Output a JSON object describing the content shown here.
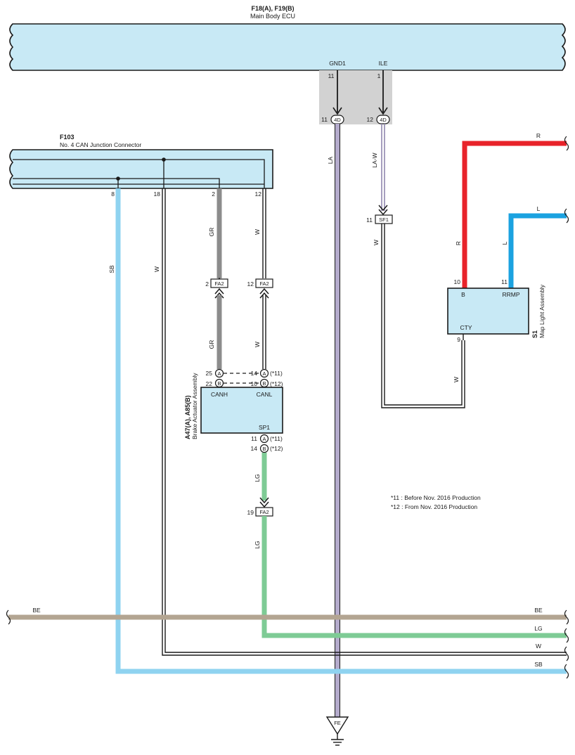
{
  "colors": {
    "component_fill": "#c8e9f5",
    "wire_LA": "#b4abcc",
    "wire_SB": "#8fd3f0",
    "wire_GR": "#8c8c8c",
    "wire_LG": "#7ecb95",
    "wire_BE": "#b3a592",
    "wire_R": "#e8232a",
    "wire_L": "#1ba2e0",
    "shade": "#d2d2d2"
  },
  "ecu": {
    "ref": "F18(A), F19(B)",
    "name": "Main Body ECU",
    "pin_gnd1_label": "GND1",
    "pin_gnd1_num": "11",
    "pin_ile_label": "ILE",
    "pin_ile_num": "1"
  },
  "junction_connectors": {
    "j1_num": "11",
    "j1_label": "4D",
    "j2_num": "12",
    "j2_label": "4D"
  },
  "can_junction": {
    "ref": "F103",
    "name": "No. 4 CAN Junction Connector",
    "pins": [
      "8",
      "18",
      "2",
      "12"
    ]
  },
  "wire_labels": {
    "la": "LA",
    "la_w": "LA-W",
    "sb": "SB",
    "w_18": "W",
    "gr_top": "GR",
    "w_top": "W",
    "gr_mid": "GR",
    "w_mid": "W",
    "w_sf1": "W",
    "r_vert": "R",
    "l_vert": "L",
    "r_top": "R",
    "l_top": "L",
    "w_s1": "W",
    "lg_1": "LG",
    "lg_2": "LG"
  },
  "connectors": {
    "sf1_pin": "11",
    "sf1_label": "SF1",
    "fa2_a_pin": "2",
    "fa2_a_label": "FA2",
    "fa2_b_pin": "12",
    "fa2_b_label": "FA2",
    "fa2_c_pin": "19",
    "fa2_c_label": "FA2"
  },
  "brake_actuator": {
    "ref": "A47(A), A85(B)",
    "name": "Brake Actuator Assembly",
    "canh": "CANH",
    "canl": "CANL",
    "sp1": "SP1",
    "pin_25": "25",
    "pin_22": "22",
    "pin_14": "14",
    "pin_10": "10",
    "pin_11": "11",
    "pin_14b": "14",
    "var_11_a": "(*11)",
    "var_12_a": "(*12)",
    "var_11_b": "(*11)",
    "var_12_b": "(*12)",
    "mark_a": "A",
    "mark_b": "B"
  },
  "map_light": {
    "ref": "S1",
    "name": "Map Light Assembly",
    "pin_b": "B",
    "pin_rrmp": "RRMP",
    "pin_cty": "CTY",
    "num_10": "10",
    "num_11": "11",
    "num_9": "9"
  },
  "notes": {
    "n11": "*11 : Before Nov.  2016 Production",
    "n12": "*12 : From Nov.  2016 Production"
  },
  "bus_lines": {
    "be_left": "BE",
    "be_right": "BE",
    "lg_right": "LG",
    "w_right": "W",
    "sb_right": "SB"
  },
  "ground": {
    "label": "FE"
  }
}
